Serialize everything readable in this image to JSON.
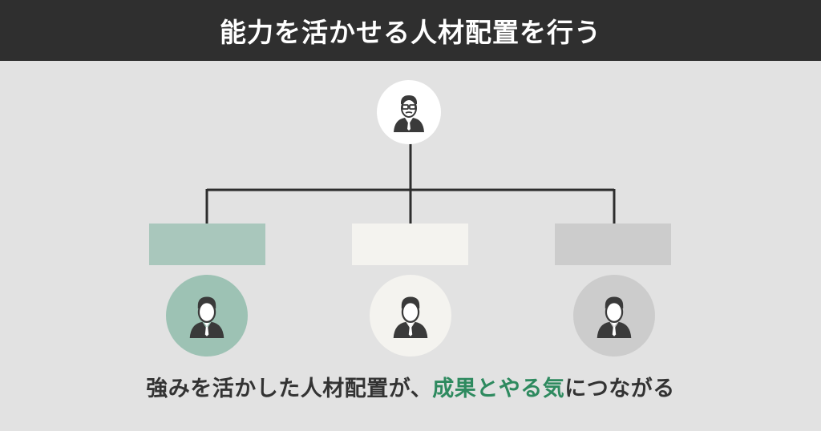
{
  "header": {
    "title": "能力を活かせる人材配置を行う"
  },
  "caption": {
    "before": "強みを活かした人材配置が、",
    "highlight": "成果とやる気",
    "after": "につながる"
  },
  "colors": {
    "header_bg": "#2f2f2f",
    "page_bg": "#e2e2e2",
    "line": "#2d2d2d",
    "box_left": "#a9c7bc",
    "box_center": "#f4f3ef",
    "box_right": "#cccccc",
    "avatar_left": "#9dc2b4",
    "avatar_center": "#f4f3ef",
    "avatar_right": "#cccccc",
    "avatar_top": "#ffffff",
    "highlight_text": "#2e8a5f"
  },
  "icons": {
    "manager": "manager-avatar-icon",
    "member": "person-avatar-icon"
  }
}
